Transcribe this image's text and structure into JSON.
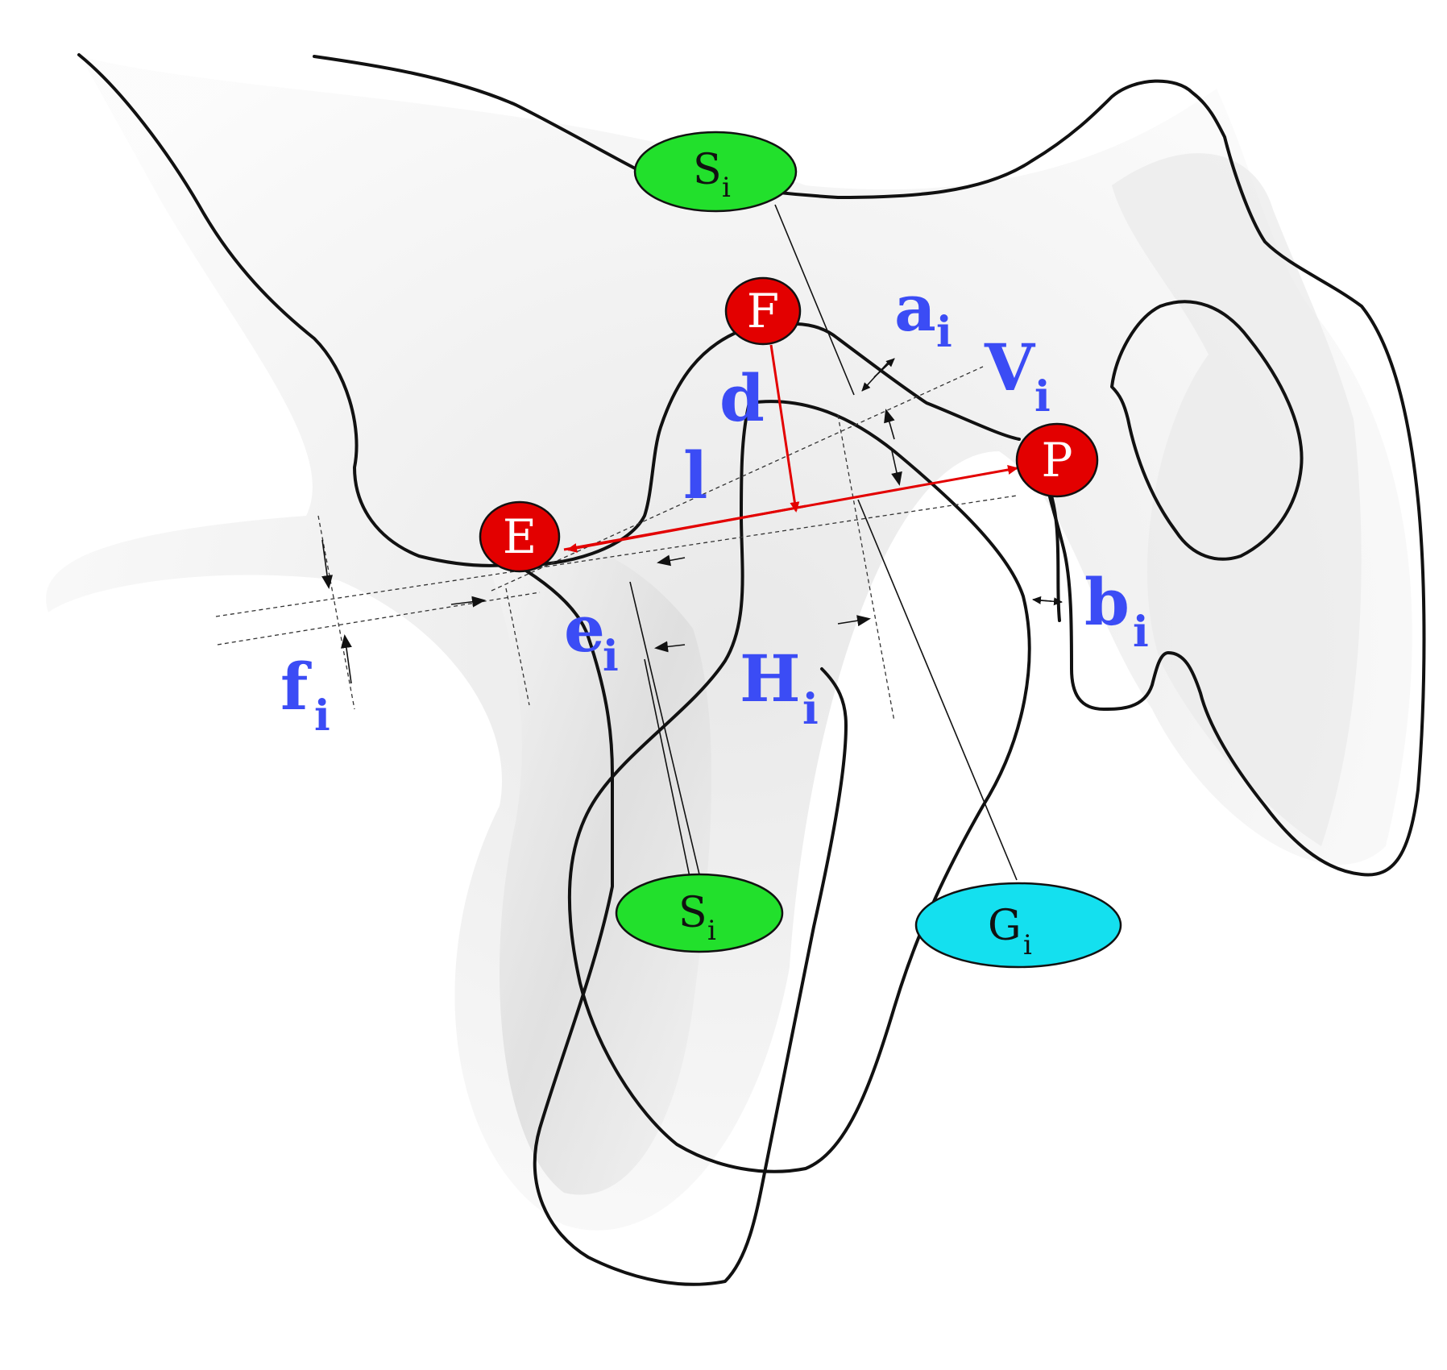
{
  "points": {
    "F": "F",
    "E": "E",
    "P": "P"
  },
  "ellipses": [
    {
      "id": "S-top",
      "main": "S",
      "sub": "i",
      "color": "#22e02c"
    },
    {
      "id": "S-bottom",
      "main": "S",
      "sub": "i",
      "color": "#22e02c"
    },
    {
      "id": "G",
      "main": "G",
      "sub": "i",
      "color": "#14e0ef"
    }
  ],
  "labels": {
    "d": "d",
    "l": "l",
    "a": {
      "main": "a",
      "sub": "i"
    },
    "V": {
      "main": "V",
      "sub": "i"
    },
    "b": {
      "main": "b",
      "sub": "i"
    },
    "e": {
      "main": "e",
      "sub": "i"
    },
    "H": {
      "main": "H",
      "sub": "i"
    },
    "f": {
      "main": "f",
      "sub": "i"
    }
  },
  "colors": {
    "point_fill": "#e30000",
    "label_blue": "#3b4cf5",
    "outline": "#111111"
  }
}
